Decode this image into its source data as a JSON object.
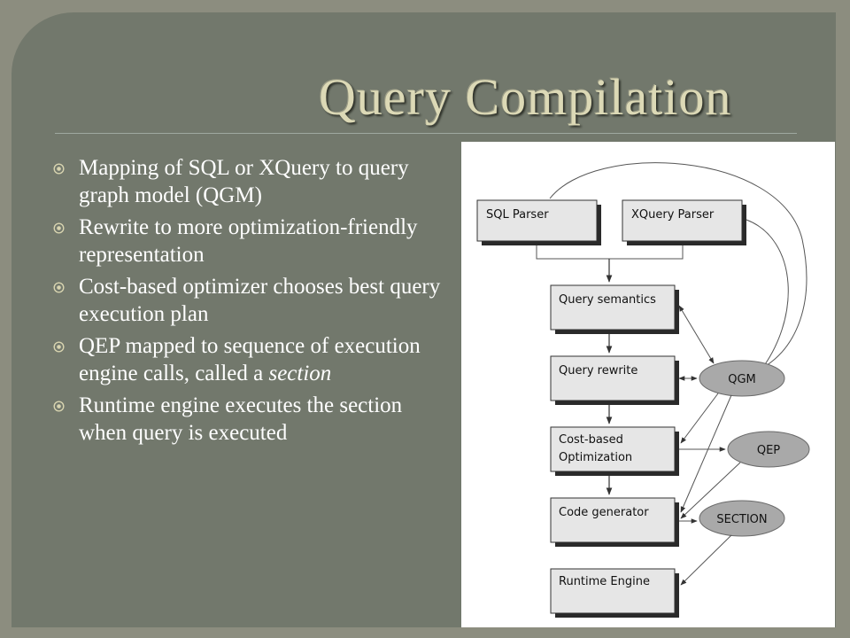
{
  "slide": {
    "title": "Query Compilation",
    "bullets": [
      {
        "text": "Mapping of SQL or XQuery to query graph model (QGM)"
      },
      {
        "text": "Rewrite to more optimization-friendly representation"
      },
      {
        "text": "Cost-based optimizer chooses best query execution plan"
      },
      {
        "text": "QEP mapped to sequence of execution engine calls, called a ",
        "emphasis": "section"
      },
      {
        "text": "Runtime engine executes the section when query is executed"
      }
    ]
  },
  "diagram": {
    "parsers": {
      "sql": "SQL Parser",
      "xquery": "XQuery Parser"
    },
    "steps": {
      "semantics": "Query semantics",
      "rewrite": "Query rewrite",
      "cost_line1": "Cost-based",
      "cost_line2": "Optimization",
      "codegen": "Code generator",
      "runtime": "Runtime Engine"
    },
    "artifacts": {
      "qgm": "QGM",
      "qep": "QEP",
      "section": "SECTION"
    }
  },
  "colors": {
    "background": "#8c8d7f",
    "panel": "#72786c",
    "title": "#dcd9b6",
    "text": "#ffffff",
    "bullet": "#d8d4b0",
    "box_fill": "#e6e6e6",
    "ellipse_fill": "#a9a9a9"
  },
  "icons": {
    "bullet": "circled-dot-icon"
  }
}
